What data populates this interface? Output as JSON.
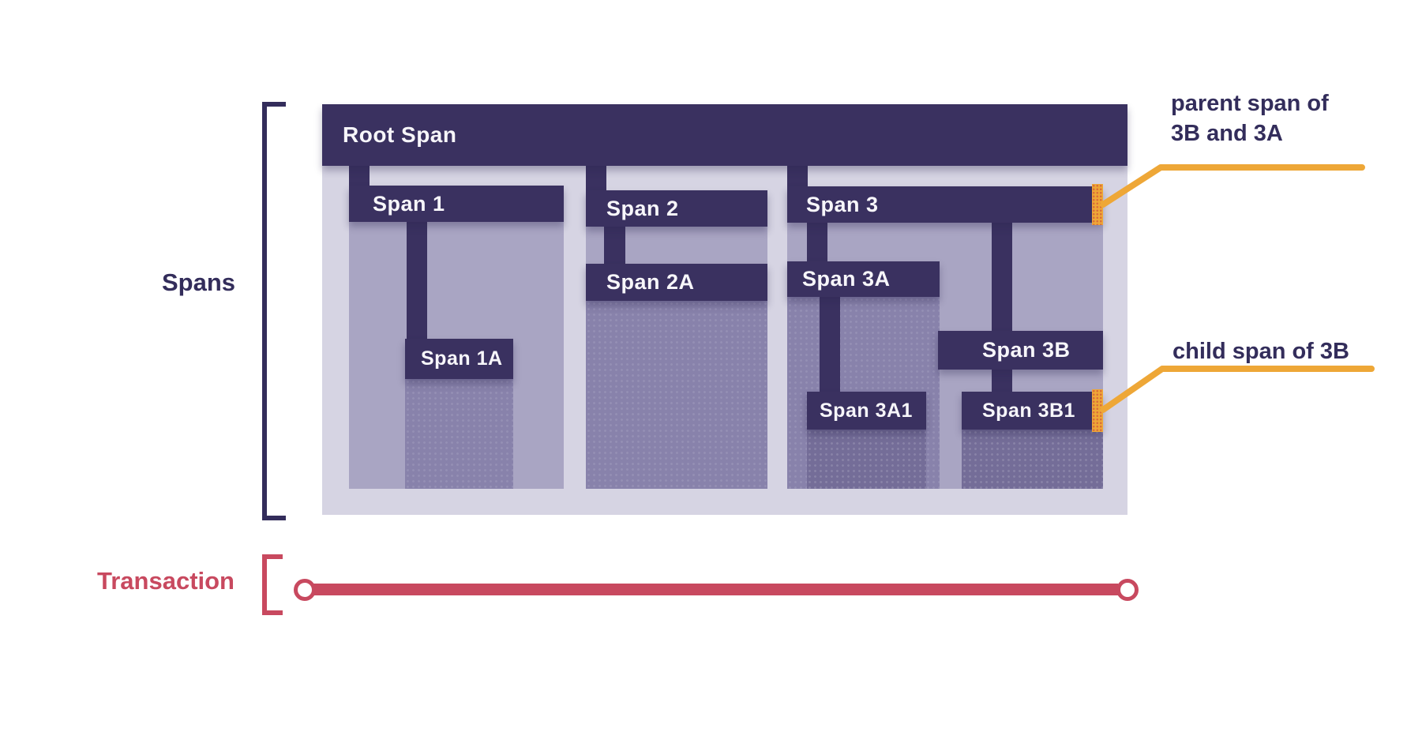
{
  "side_labels": {
    "spans": "Spans",
    "transaction": "Transaction"
  },
  "spans": {
    "root": "Root Span",
    "s1": "Span 1",
    "s1a": "Span 1A",
    "s2": "Span 2",
    "s2a": "Span 2A",
    "s3": "Span 3",
    "s3a": "Span 3A",
    "s3a1": "Span 3A1",
    "s3b": "Span 3B",
    "s3b1": "Span 3B1"
  },
  "annotations": {
    "parent_line1": "parent span of",
    "parent_line2": "3B and 3A",
    "child": "child span of 3B"
  },
  "colors": {
    "navy": "#3A3160",
    "navy_text": "#332D5B",
    "lavender": "#D6D4E3",
    "body_light": "#A9A5C3",
    "body_medium": "#8882AB",
    "body_dark": "#746D98",
    "orange": "#EEA737",
    "crimson": "#C8495F",
    "white_text": "#F7F6FA"
  }
}
